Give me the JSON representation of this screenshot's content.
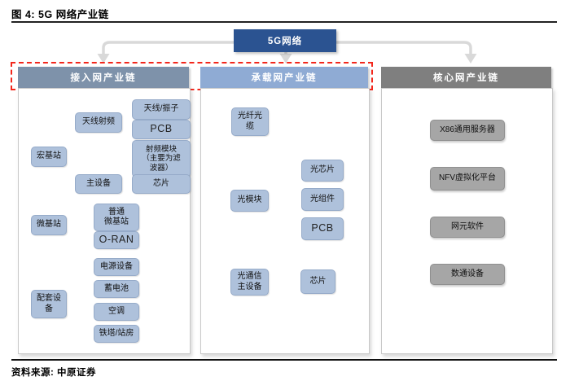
{
  "figure": {
    "title": "图 4: 5G 网络产业链",
    "source": "资料来源: 中原证券"
  },
  "root_node": "5G网络",
  "access": {
    "header": "接入网产业链",
    "macro_station": "宏基站",
    "antenna_rf": "天线射频",
    "antenna_vibrator": "天线/振子",
    "pcb": "PCB",
    "rf_module": "射频模块\n（主要为滤\n波器）",
    "main_equipment": "主设备",
    "chip": "芯片",
    "micro_station": "微基站",
    "normal_micro_station": "普通\n微基站",
    "oran": "O-RAN",
    "supporting_equipment": "配套设\n备",
    "power_equipment": "电源设备",
    "battery": "蓄电池",
    "air_conditioner": "空调",
    "tower_station": "铁塔/站房"
  },
  "bearer": {
    "header": "承载网产业链",
    "fiber_cable": "光纤光\n缆",
    "optical_module": "光模块",
    "optical_chip": "光芯片",
    "optical_component": "光组件",
    "pcb": "PCB",
    "optical_comm_equipment": "光通信\n主设备",
    "chip": "芯片"
  },
  "core": {
    "header": "核心网产业链",
    "x86_server": "X86通用服务器",
    "nfv_platform": "NFV虚拟化平台",
    "network_element_software": "网元软件",
    "datacom_equipment": "数通设备"
  },
  "colors": {
    "root_bg": "#2B5391",
    "access_header_bg": "#7E92AA",
    "bearer_header_bg": "#8FABD4",
    "core_header_bg": "#7F7F7F",
    "node_blue": "#AEC1DB",
    "node_gray": "#A6A6A6",
    "connector_blue": "#4A7CC7",
    "connector_gray": "#D9D9D9",
    "highlight_red": "#F2271C"
  }
}
